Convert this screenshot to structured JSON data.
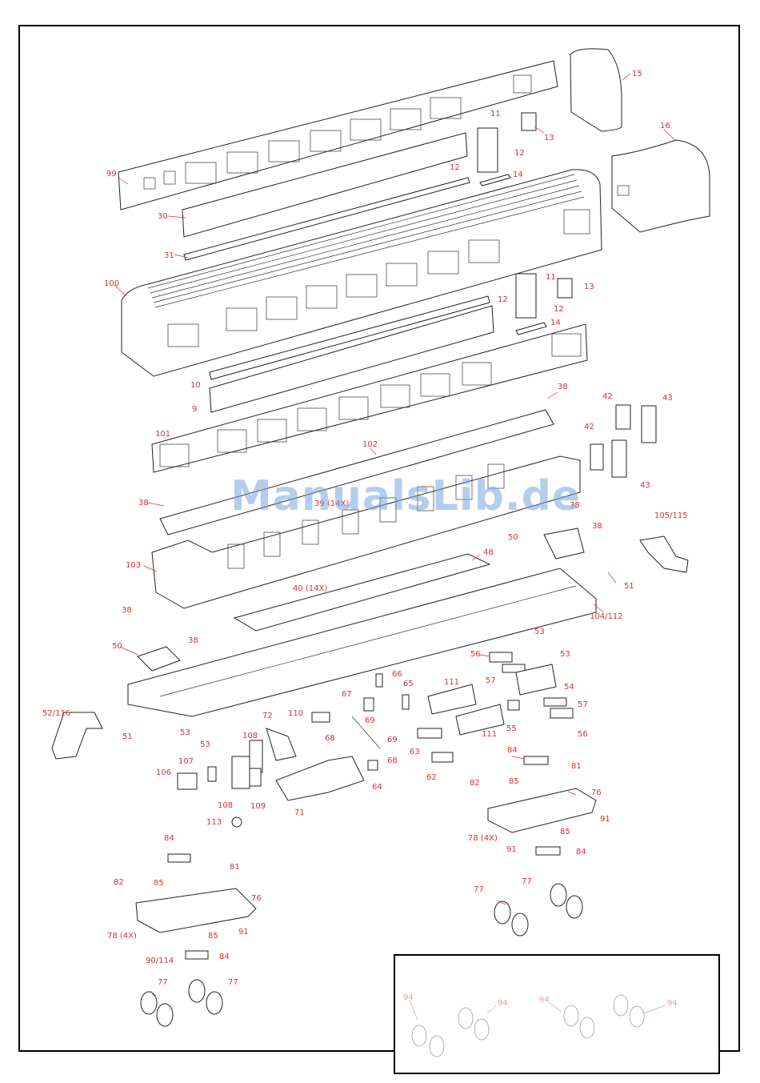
{
  "watermark": "ManualsLib.de",
  "labels": [
    {
      "id": "l99",
      "text": "99"
    },
    {
      "id": "l30",
      "text": "30"
    },
    {
      "id": "l31",
      "text": "31"
    },
    {
      "id": "l15",
      "text": "15"
    },
    {
      "id": "l16",
      "text": "16"
    },
    {
      "id": "l13a",
      "text": "13"
    },
    {
      "id": "l11a",
      "text": "11"
    },
    {
      "id": "l12a",
      "text": "12"
    },
    {
      "id": "l12b",
      "text": "12"
    },
    {
      "id": "l14a",
      "text": "14"
    },
    {
      "id": "l100",
      "text": "100"
    },
    {
      "id": "l11b",
      "text": "11"
    },
    {
      "id": "l13b",
      "text": "13"
    },
    {
      "id": "l12c",
      "text": "12"
    },
    {
      "id": "l12d",
      "text": "12"
    },
    {
      "id": "l14b",
      "text": "14"
    },
    {
      "id": "l10",
      "text": "10"
    },
    {
      "id": "l9",
      "text": "9"
    },
    {
      "id": "l38a",
      "text": "38"
    },
    {
      "id": "l42a",
      "text": "42"
    },
    {
      "id": "l43a",
      "text": "43"
    },
    {
      "id": "l101",
      "text": "101"
    },
    {
      "id": "l102",
      "text": "102"
    },
    {
      "id": "l42b",
      "text": "42"
    },
    {
      "id": "l43b",
      "text": "43"
    },
    {
      "id": "l38b",
      "text": "38"
    },
    {
      "id": "l39",
      "text": "39 (14X)"
    },
    {
      "id": "l38c",
      "text": "38"
    },
    {
      "id": "l38d",
      "text": "38"
    },
    {
      "id": "l105",
      "text": "105/115"
    },
    {
      "id": "l50a",
      "text": "50"
    },
    {
      "id": "l103",
      "text": "103"
    },
    {
      "id": "l48",
      "text": "48"
    },
    {
      "id": "l40",
      "text": "40 (14X)"
    },
    {
      "id": "l51a",
      "text": "51"
    },
    {
      "id": "l104",
      "text": "104/112"
    },
    {
      "id": "l38e",
      "text": "38"
    },
    {
      "id": "l38f",
      "text": "38"
    },
    {
      "id": "l53a",
      "text": "53"
    },
    {
      "id": "l50b",
      "text": "50"
    },
    {
      "id": "l56a",
      "text": "56"
    },
    {
      "id": "l53b",
      "text": "53"
    },
    {
      "id": "l66",
      "text": "66"
    },
    {
      "id": "l65",
      "text": "65"
    },
    {
      "id": "l111a",
      "text": "111"
    },
    {
      "id": "l57a",
      "text": "57"
    },
    {
      "id": "l54",
      "text": "54"
    },
    {
      "id": "l67",
      "text": "67"
    },
    {
      "id": "l52",
      "text": "52/116"
    },
    {
      "id": "l110",
      "text": "110"
    },
    {
      "id": "l69a",
      "text": "69"
    },
    {
      "id": "l51b",
      "text": "51"
    },
    {
      "id": "l72",
      "text": "72"
    },
    {
      "id": "l57b",
      "text": "57"
    },
    {
      "id": "l53c",
      "text": "53"
    },
    {
      "id": "l111b",
      "text": "111"
    },
    {
      "id": "l55",
      "text": "55"
    },
    {
      "id": "l56b",
      "text": "56"
    },
    {
      "id": "l68a",
      "text": "68"
    },
    {
      "id": "l69b",
      "text": "69"
    },
    {
      "id": "l108a",
      "text": "108"
    },
    {
      "id": "l53d",
      "text": "53"
    },
    {
      "id": "l63",
      "text": "63"
    },
    {
      "id": "l68b",
      "text": "68"
    },
    {
      "id": "l107",
      "text": "107"
    },
    {
      "id": "l84a",
      "text": "84"
    },
    {
      "id": "l62",
      "text": "62"
    },
    {
      "id": "l106",
      "text": "106"
    },
    {
      "id": "l81a",
      "text": "81"
    },
    {
      "id": "l85a",
      "text": "85"
    },
    {
      "id": "l64",
      "text": "64"
    },
    {
      "id": "l108b",
      "text": "108"
    },
    {
      "id": "l109",
      "text": "109"
    },
    {
      "id": "l82a",
      "text": "82"
    },
    {
      "id": "l76a",
      "text": "76"
    },
    {
      "id": "l71",
      "text": "71"
    },
    {
      "id": "l113",
      "text": "113"
    },
    {
      "id": "l91a",
      "text": "91"
    },
    {
      "id": "l78a",
      "text": "78 (4X)"
    },
    {
      "id": "l85b",
      "text": "85"
    },
    {
      "id": "l91b",
      "text": "91"
    },
    {
      "id": "l84b",
      "text": "84"
    },
    {
      "id": "l84c",
      "text": "84"
    },
    {
      "id": "l81b",
      "text": "81"
    },
    {
      "id": "l82b",
      "text": "82"
    },
    {
      "id": "l85c",
      "text": "85"
    },
    {
      "id": "l76b",
      "text": "76"
    },
    {
      "id": "l77a",
      "text": "77"
    },
    {
      "id": "l77b",
      "text": "77"
    },
    {
      "id": "l78b",
      "text": "78 (4X)"
    },
    {
      "id": "l85d",
      "text": "85"
    },
    {
      "id": "l91c",
      "text": "91"
    },
    {
      "id": "l90",
      "text": "90/114"
    },
    {
      "id": "l84d",
      "text": "84"
    },
    {
      "id": "l77c",
      "text": "77"
    },
    {
      "id": "l77d",
      "text": "77"
    },
    {
      "id": "l94a",
      "text": "94"
    },
    {
      "id": "l94b",
      "text": "94"
    },
    {
      "id": "l94c",
      "text": "94"
    },
    {
      "id": "l94d",
      "text": "94"
    }
  ]
}
